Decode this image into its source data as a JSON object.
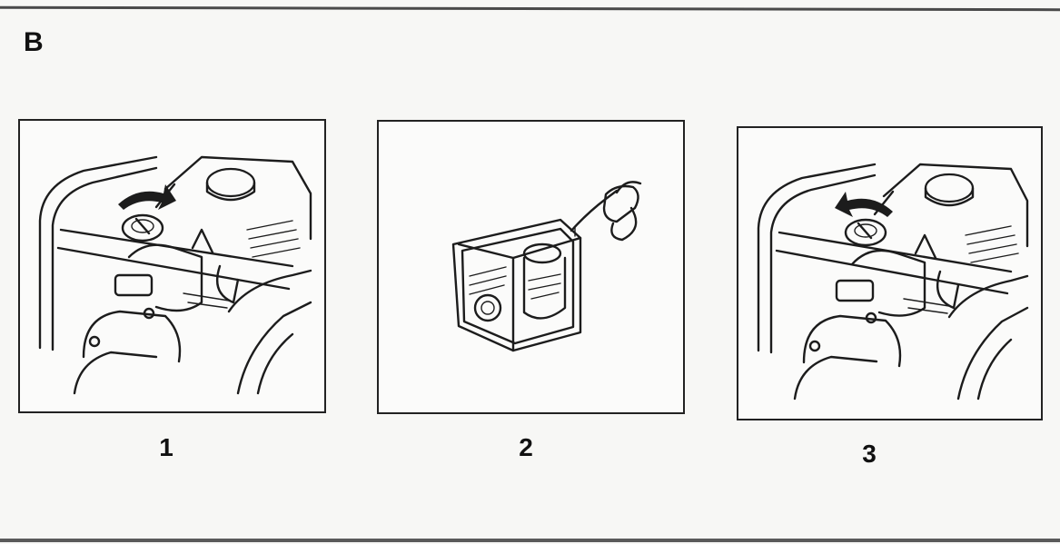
{
  "section": {
    "letter": "B"
  },
  "panels": [
    {
      "step": "1",
      "icon": "fuel-cap-open-icon"
    },
    {
      "step": "2",
      "icon": "pump-refuel-icon"
    },
    {
      "step": "3",
      "icon": "fuel-cap-close-icon"
    }
  ],
  "colors": {
    "ink": "#1c1c1c",
    "paper": "#f7f7f5"
  }
}
